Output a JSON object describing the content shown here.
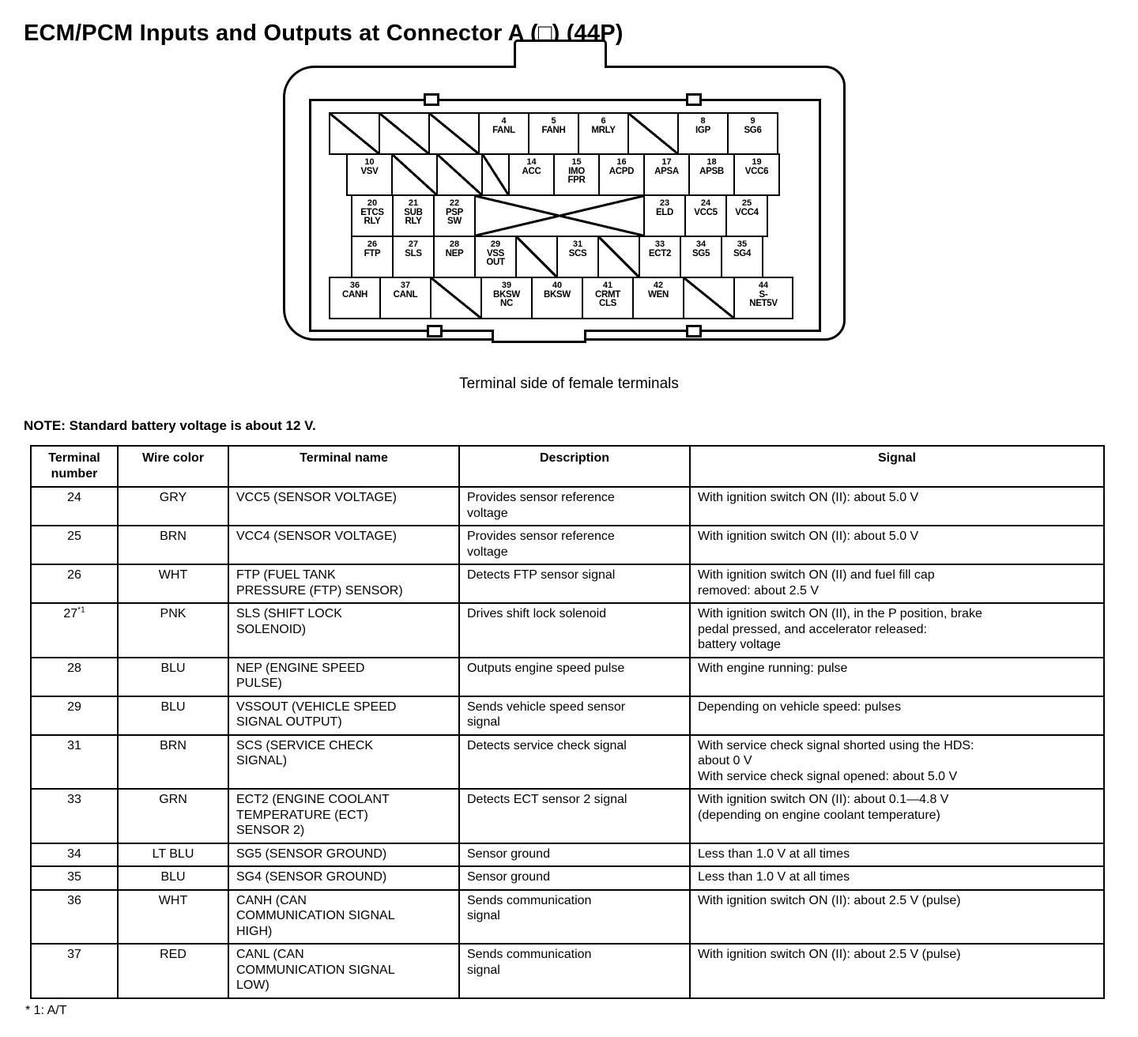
{
  "page": {
    "title": "ECM/PCM Inputs and Outputs at Connector A (□) (44P)",
    "caption": "Terminal side of female terminals",
    "note": "NOTE: Standard battery voltage is about 12 V.",
    "footnote": "* 1: A/T"
  },
  "connector": {
    "rows": [
      [
        {
          "type": "diag"
        },
        {
          "type": "diag"
        },
        {
          "type": "diag"
        },
        {
          "num": "4",
          "label": "FANL"
        },
        {
          "num": "5",
          "label": "FANH"
        },
        {
          "num": "6",
          "label": "MRLY"
        },
        {
          "type": "diag"
        },
        {
          "num": "8",
          "label": "IGP"
        },
        {
          "num": "9",
          "label": "SG6"
        }
      ],
      [
        {
          "num": "10",
          "label": "VSV"
        },
        {
          "type": "diag"
        },
        {
          "type": "diag"
        },
        {
          "type": "half"
        },
        {
          "num": "14",
          "label": "ACC"
        },
        {
          "num": "15",
          "label": "IMO\nFPR"
        },
        {
          "num": "16",
          "label": "ACPD"
        },
        {
          "num": "17",
          "label": "APSA"
        },
        {
          "num": "18",
          "label": "APSB"
        },
        {
          "num": "19",
          "label": "VCC6"
        }
      ],
      [
        {
          "num": "20",
          "label": "ETCS\nRLY"
        },
        {
          "num": "21",
          "label": "SUB\nRLY"
        },
        {
          "num": "22",
          "label": "PSP\nSW"
        },
        {
          "type": "x"
        },
        {
          "num": "23",
          "label": "ELD"
        },
        {
          "num": "24",
          "label": "VCC5"
        },
        {
          "num": "25",
          "label": "VCC4"
        }
      ],
      [
        {
          "num": "26",
          "label": "FTP"
        },
        {
          "num": "27",
          "label": "SLS"
        },
        {
          "num": "28",
          "label": "NEP"
        },
        {
          "num": "29",
          "label": "VSS\nOUT"
        },
        {
          "type": "diag"
        },
        {
          "num": "31",
          "label": "SCS"
        },
        {
          "type": "diag"
        },
        {
          "num": "33",
          "label": "ECT2"
        },
        {
          "num": "34",
          "label": "SG5"
        },
        {
          "num": "35",
          "label": "SG4"
        }
      ],
      [
        {
          "num": "36",
          "label": "CANH"
        },
        {
          "num": "37",
          "label": "CANL"
        },
        {
          "type": "diag"
        },
        {
          "num": "39",
          "label": "BKSW\nNC"
        },
        {
          "num": "40",
          "label": "BKSW"
        },
        {
          "num": "41",
          "label": "CRMT\nCLS"
        },
        {
          "num": "42",
          "label": "WEN"
        },
        {
          "type": "diag"
        },
        {
          "type": "wide",
          "num": "44",
          "label": "S-\nNET5V"
        }
      ]
    ]
  },
  "table": {
    "headers": [
      "Terminal\nnumber",
      "Wire color",
      "Terminal name",
      "Description",
      "Signal"
    ],
    "rows": [
      {
        "terminal": "24",
        "wire": "GRY",
        "name": "VCC5 (SENSOR VOLTAGE)",
        "desc": "Provides sensor reference\nvoltage",
        "signal": "With ignition switch ON (II): about 5.0 V"
      },
      {
        "terminal": "25",
        "wire": "BRN",
        "name": "VCC4 (SENSOR VOLTAGE)",
        "desc": "Provides sensor reference\nvoltage",
        "signal": "With ignition switch ON (II): about 5.0 V"
      },
      {
        "terminal": "26",
        "wire": "WHT",
        "name": "FTP (FUEL TANK\nPRESSURE (FTP) SENSOR)",
        "desc": "Detects FTP sensor signal",
        "signal": "With ignition switch ON (II) and fuel fill cap\nremoved: about 2.5 V"
      },
      {
        "terminal": "27",
        "sup": "*1",
        "wire": "PNK",
        "name": "SLS (SHIFT LOCK\nSOLENOID)",
        "desc": "Drives shift lock solenoid",
        "signal": "With ignition switch ON (II), in the P position, brake\npedal pressed, and accelerator released:\nbattery voltage"
      },
      {
        "terminal": "28",
        "wire": "BLU",
        "name": "NEP (ENGINE SPEED\nPULSE)",
        "desc": "Outputs engine speed pulse",
        "signal": "With engine running: pulse"
      },
      {
        "terminal": "29",
        "wire": "BLU",
        "name": "VSSOUT (VEHICLE SPEED\nSIGNAL OUTPUT)",
        "desc": "Sends vehicle speed sensor\nsignal",
        "signal": "Depending on vehicle speed: pulses"
      },
      {
        "terminal": "31",
        "wire": "BRN",
        "name": "SCS (SERVICE CHECK\nSIGNAL)",
        "desc": "Detects service check signal",
        "signal": "With service check signal shorted using the HDS:\nabout 0 V\nWith service check signal opened: about 5.0 V"
      },
      {
        "terminal": "33",
        "wire": "GRN",
        "name": "ECT2 (ENGINE COOLANT\nTEMPERATURE (ECT)\nSENSOR 2)",
        "desc": "Detects ECT sensor 2 signal",
        "signal": "With ignition switch ON (II): about 0.1—4.8 V\n(depending on engine coolant temperature)"
      },
      {
        "terminal": "34",
        "wire": "LT BLU",
        "name": "SG5 (SENSOR GROUND)",
        "desc": "Sensor ground",
        "signal": "Less than 1.0 V at all times"
      },
      {
        "terminal": "35",
        "wire": "BLU",
        "name": "SG4 (SENSOR GROUND)",
        "desc": "Sensor ground",
        "signal": "Less than 1.0 V at all times"
      },
      {
        "terminal": "36",
        "wire": "WHT",
        "name": "CANH (CAN\nCOMMUNICATION SIGNAL\nHIGH)",
        "desc": "Sends communication\nsignal",
        "signal": "With ignition switch ON (II): about 2.5 V (pulse)"
      },
      {
        "terminal": "37",
        "wire": "RED",
        "name": "CANL (CAN\nCOMMUNICATION SIGNAL\nLOW)",
        "desc": "Sends communication\nsignal",
        "signal": "With ignition switch ON (II): about 2.5 V (pulse)"
      }
    ]
  }
}
